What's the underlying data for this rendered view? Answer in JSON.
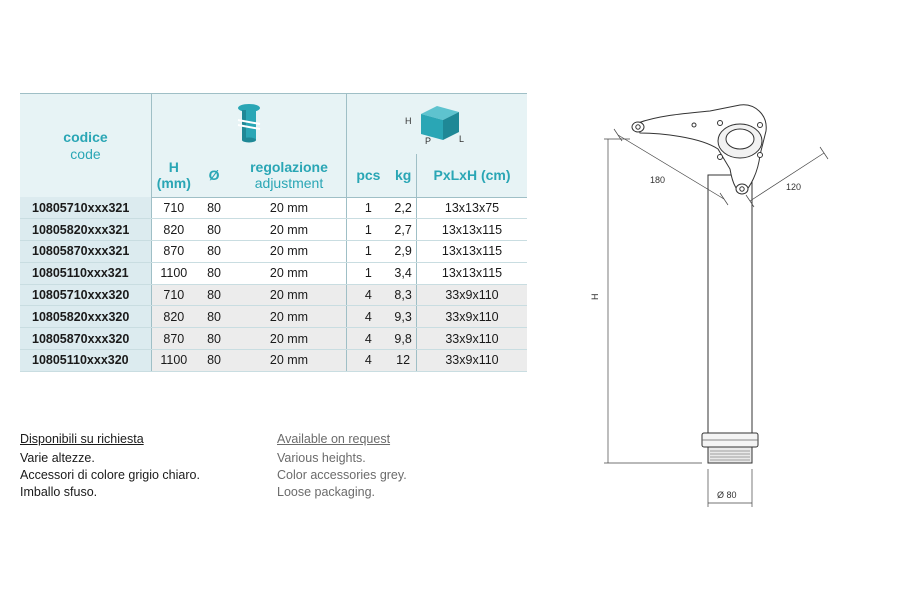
{
  "table": {
    "code_label_it": "codice",
    "code_label_en": "code",
    "col_h": "H",
    "col_h_unit": "(mm)",
    "col_diameter": "Ø",
    "col_adj_it": "regolazione",
    "col_adj_en": "adjustment",
    "col_pcs": "pcs",
    "col_kg": "kg",
    "col_dims": "PxLxH (cm)",
    "box_icon_labels": {
      "h": "H",
      "p": "P",
      "l": "L"
    },
    "rows": [
      {
        "code": "10805710xxx321",
        "h": "710",
        "d": "80",
        "adj": "20 mm",
        "pcs": "1",
        "kg": "2,2",
        "dims": "13x13x75"
      },
      {
        "code": "10805820xxx321",
        "h": "820",
        "d": "80",
        "adj": "20 mm",
        "pcs": "1",
        "kg": "2,7",
        "dims": "13x13x115"
      },
      {
        "code": "10805870xxx321",
        "h": "870",
        "d": "80",
        "adj": "20 mm",
        "pcs": "1",
        "kg": "2,9",
        "dims": "13x13x115"
      },
      {
        "code": "10805110xxx321",
        "h": "1100",
        "d": "80",
        "adj": "20 mm",
        "pcs": "1",
        "kg": "3,4",
        "dims": "13x13x115"
      },
      {
        "code": "10805710xxx320",
        "h": "710",
        "d": "80",
        "adj": "20 mm",
        "pcs": "4",
        "kg": "8,3",
        "dims": "33x9x110"
      },
      {
        "code": "10805820xxx320",
        "h": "820",
        "d": "80",
        "adj": "20 mm",
        "pcs": "4",
        "kg": "9,3",
        "dims": "33x9x110"
      },
      {
        "code": "10805870xxx320",
        "h": "870",
        "d": "80",
        "adj": "20 mm",
        "pcs": "4",
        "kg": "9,8",
        "dims": "33x9x110"
      },
      {
        "code": "10805110xxx320",
        "h": "1100",
        "d": "80",
        "adj": "20 mm",
        "pcs": "4",
        "kg": "12",
        "dims": "33x9x110"
      }
    ]
  },
  "notes_it": {
    "title": "Disponibili su richiesta",
    "lines": [
      "Varie altezze.",
      "Accessori di colore grigio chiaro.",
      "Imballo sfuso."
    ]
  },
  "notes_en": {
    "title": "Available on request",
    "lines": [
      "Various heights.",
      "Color accessories grey.",
      "Loose packaging."
    ]
  },
  "drawing": {
    "dim_180": "180",
    "dim_120": "120",
    "dim_h": "H",
    "dim_diameter": "Ø 80"
  },
  "colors": {
    "accent": "#2aa6b5",
    "header_bg": "#e7f3f5",
    "code_bg": "#dcebef",
    "alt_row_bg": "#ececec"
  }
}
